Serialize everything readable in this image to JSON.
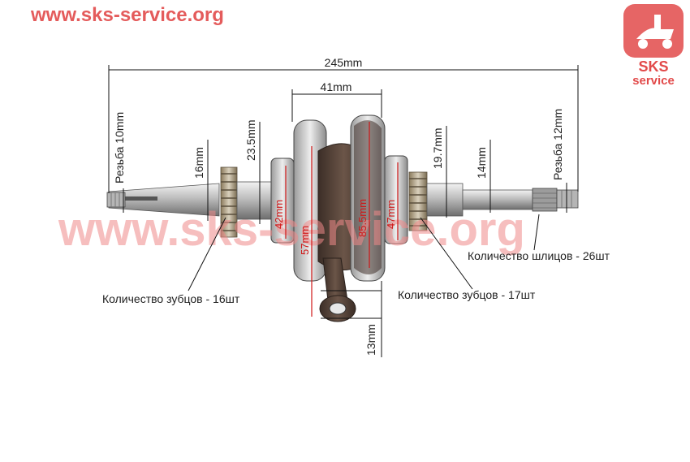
{
  "watermark": {
    "top": "www.sks-service.org",
    "center": "www.sks-service.org"
  },
  "logo": {
    "line1": "SKS",
    "line2": "service",
    "color": "#e24a4a"
  },
  "dimensions": {
    "overall_length": "245mm",
    "crank_width": "41mm",
    "left_thread": "Резьба 10mm",
    "right_thread": "Резьба 12mm",
    "left_shaft": "16mm",
    "left_gear": "23.5mm",
    "right_gear": "19.7mm",
    "right_shaft": "14mm",
    "left_bearing": "42mm",
    "right_bearing": "47mm",
    "flywheel_inner": "57mm",
    "flywheel_outer": "85.5mm",
    "rod_pin": "13mm"
  },
  "callouts": {
    "left_teeth": "Количество зубцов - 16шт",
    "right_teeth": "Количество зубцов - 17шт",
    "splines": "Количество шлицов - 26шт"
  },
  "colors": {
    "dimension_line": "#111111",
    "red_dimension": "#d01818",
    "metal_light": "#d8d8d8",
    "metal_dark": "#6a6a6a",
    "casting": "#4a3a32"
  }
}
